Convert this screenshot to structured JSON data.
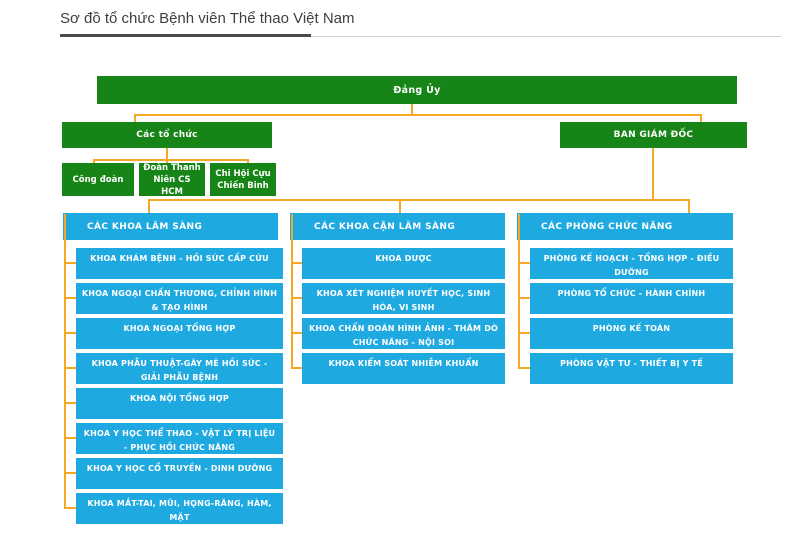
{
  "page": {
    "title": "Sơ đồ tổ chức Bệnh viên Thể thao Việt Nam"
  },
  "colors": {
    "node_green": "#168416",
    "node_blue": "#1FA9E1",
    "connector_orange": "#F7A823",
    "title_text": "#3f3f3f"
  },
  "chart": {
    "root": {
      "label": "Đảng Ủy"
    },
    "level2": [
      {
        "label": "Các tổ chức"
      },
      {
        "label": "BAN GIÁM ĐỐC"
      }
    ],
    "organizations": [
      {
        "label": "Công đoàn"
      },
      {
        "label": "Đoàn Thanh Niên CS HCM"
      },
      {
        "label": "Chi Hội Cựu Chiến Binh"
      }
    ],
    "columns": [
      {
        "header": "CÁC KHOA LÂM SÀNG",
        "items": [
          {
            "label": "KHOA KHÁM BỆNH - HỒI SỨC CẤP CỨU"
          },
          {
            "label": "KHOA NGOẠI CHẤN THƯƠNG, CHỈNH HÌNH & TẠO HÌNH"
          },
          {
            "label": "KHOA NGOẠI TỔNG HỢP"
          },
          {
            "label": "KHOA PHẪU THUẬT-GÂY MÊ HỒI SỨC - GIẢI PHẪU BỆNH"
          },
          {
            "label": "KHOA NỘI TỔNG HỢP"
          },
          {
            "label": "KHOA Y HỌC THỂ THAO - VẬT LÝ TRỊ LIỆU - PHỤC HỒI CHỨC NĂNG"
          },
          {
            "label": "KHOA Y HỌC CỔ TRUYỀN - DINH DƯỠNG"
          },
          {
            "label": "KHOA MẮT-TAI, MŨI, HỌNG-RĂNG, HÀM, MẶT"
          }
        ]
      },
      {
        "header": "CÁC KHOA CẬN LÂM SÀNG",
        "items": [
          {
            "label": "KHOA DƯỢC"
          },
          {
            "label": "KHOA XÉT NGHIỆM HUYẾT HỌC, SINH HÓA, VI SINH"
          },
          {
            "label": "KHOA CHẨN ĐOÁN HÌNH ẢNH - THĂM DÒ CHỨC NĂNG - NỘI SOI"
          },
          {
            "label": "KHOA KIỂM SOÁT NHIỄM KHUẨN"
          }
        ]
      },
      {
        "header": "CÁC PHÒNG CHỨC NĂNG",
        "items": [
          {
            "label": "PHÒNG KẾ HOẠCH - TỔNG HỢP - ĐIỀU DƯỠNG"
          },
          {
            "label": "PHÒNG TỔ CHỨC - HÀNH CHÍNH"
          },
          {
            "label": "PHÒNG KẾ TOÁN"
          },
          {
            "label": "PHÒNG VẬT TƯ - THIẾT BỊ Y TẾ"
          }
        ]
      }
    ]
  }
}
